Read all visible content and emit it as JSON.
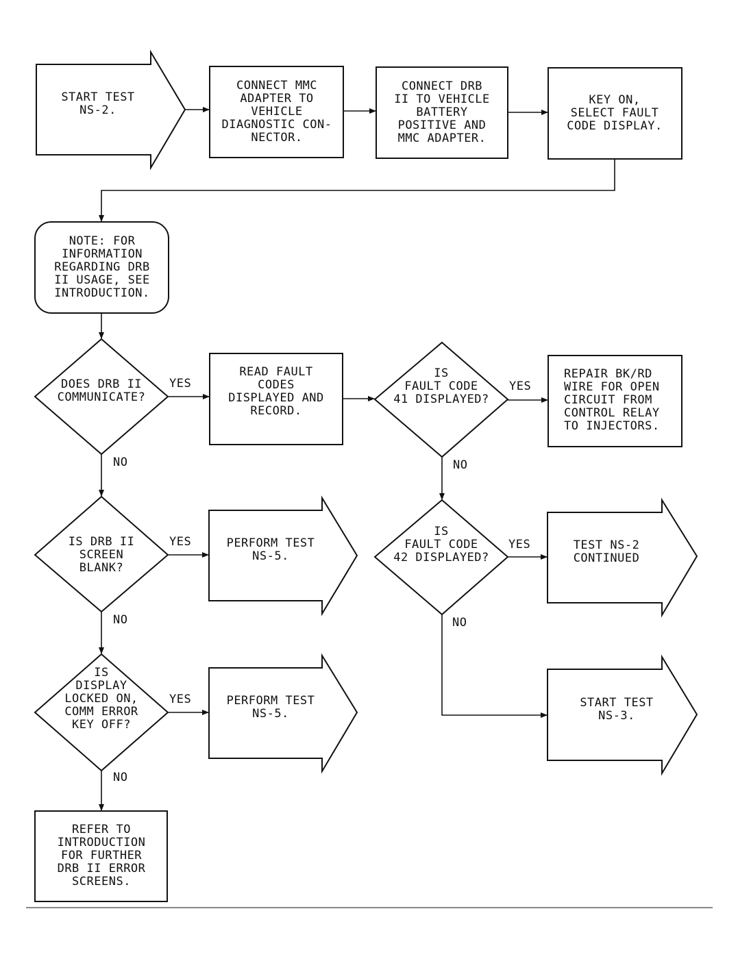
{
  "nodes": {
    "start_ns2": "START TEST\nNS-2.",
    "connect_mmc": "CONNECT MMC\nADAPTER TO\nVEHICLE\nDIAGNOSTIC CON-\nNECTOR.",
    "connect_drb": "CONNECT DRB\nII TO VEHICLE\nBATTERY\nPOSITIVE AND\nMMC ADAPTER.",
    "key_on": "KEY ON,\nSELECT FAULT\nCODE DISPLAY.",
    "note": "NOTE: FOR\nINFORMATION\nREGARDING DRB\nII USAGE, SEE\nINTRODUCTION.",
    "q_communicate": "DOES DRB II\nCOMMUNICATE?",
    "read_codes": "READ FAULT\nCODES\nDISPLAYED AND\nRECORD.",
    "q_code41": "IS\nFAULT CODE\n41 DISPLAYED?",
    "repair_wire": "REPAIR BK/RD\nWIRE FOR OPEN\nCIRCUIT FROM\nCONTROL RELAY\nTO INJECTORS.",
    "q_blank": "IS DRB II\nSCREEN\nBLANK?",
    "perform_ns5_a": "PERFORM TEST\nNS-5.",
    "q_code42": "IS\nFAULT CODE\n42 DISPLAYED?",
    "ns2_continued": "TEST NS-2\nCONTINUED",
    "q_locked": "IS\nDISPLAY\nLOCKED ON,\nCOMM ERROR\nKEY OFF?",
    "perform_ns5_b": "PERFORM TEST\nNS-5.",
    "start_ns3": "START TEST\nNS-3.",
    "refer_intro": "REFER TO\nINTRODUCTION\nFOR FURTHER\nDRB II ERROR\nSCREENS."
  },
  "edges": {
    "yes": "YES",
    "no": "NO"
  }
}
